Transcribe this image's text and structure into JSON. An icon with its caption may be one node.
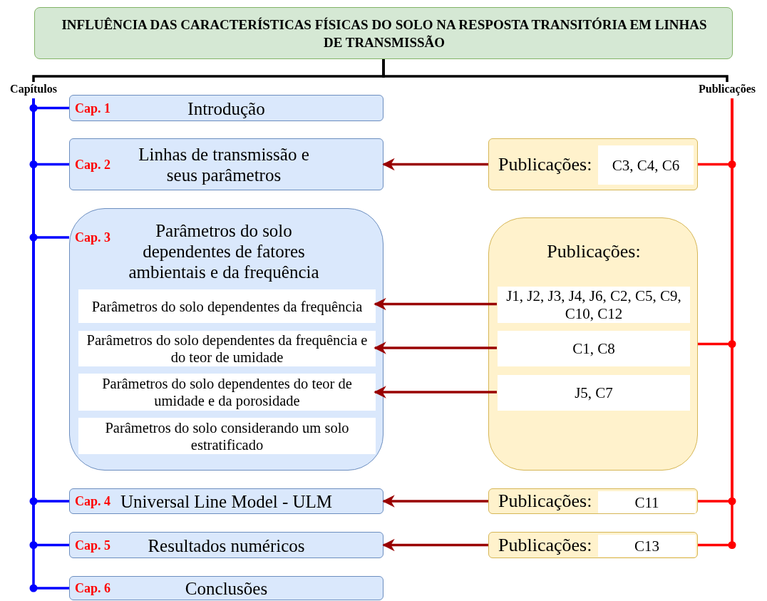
{
  "diagram": {
    "nodes": [
      {
        "text": [
          "INFLUÊNCIA DAS CARACTERÍSTICAS FÍSICAS DO SOLO NA RESPOSTA TRANSITÓRIA EM LINHAS DE TRANSMISSÃO"
        ]
      },
      {
        "text": [
          "Capítulos"
        ]
      },
      {
        "text": [
          "Publicações"
        ]
      },
      {
        "text": [
          "Cap. 1",
          "Introdução"
        ]
      },
      {
        "text": [
          "Cap. 2",
          "Linhas de transmissão e seus parâmetros"
        ]
      },
      {
        "text": [
          "Cap. 3",
          "Parâmetros do solo dependentes de fatores ambientais e da frequência"
        ]
      },
      {
        "text": [
          "Parâmetros do solo dependentes da frequência"
        ],
        "in": 5
      },
      {
        "text": [
          "Parâmetros do solo dependentes da frequência e do teor de umidade"
        ],
        "in": 5
      },
      {
        "text": [
          "Parâmetros do solo dependentes do teor de umidade e da porosidade"
        ],
        "in": 5
      },
      {
        "text": [
          "Parâmetros do solo considerando um solo estratificado"
        ],
        "in": 5
      },
      {
        "text": [
          "Cap. 4",
          "Universal Line Model - ULM"
        ]
      },
      {
        "text": [
          "Cap. 5",
          "Resultados numéricos"
        ]
      },
      {
        "text": [
          "Cap. 6",
          "Conclusões"
        ]
      },
      {
        "text": [
          "Publicações:"
        ]
      },
      {
        "text": [
          "C3, C4, C6"
        ],
        "in": 13
      },
      {
        "text": [
          "Publicações:"
        ]
      },
      {
        "text": [
          "J1, J2, J3, J4, J6, C2, C5, C9, C10, C12"
        ],
        "in": 15
      },
      {
        "text": [
          "C1, C8"
        ],
        "in": 15
      },
      {
        "text": [
          "J5, C7"
        ],
        "in": 15
      },
      {
        "text": [
          "Publicações:"
        ]
      },
      {
        "text": [
          "C11"
        ],
        "in": 19
      },
      {
        "text": [
          "Publicações:"
        ]
      },
      {
        "text": [
          "C13"
        ],
        "in": 21
      }
    ],
    "edges": [
      {
        "from": 0,
        "to": 1,
        "arrow": "none",
        "color": "#000000"
      },
      {
        "from": 0,
        "to": 2,
        "arrow": "none",
        "color": "#000000"
      },
      {
        "from": 1,
        "to": 3,
        "arrow": "none",
        "color": "#0000ff"
      },
      {
        "from": 1,
        "to": 4,
        "arrow": "none",
        "color": "#0000ff"
      },
      {
        "from": 1,
        "to": 5,
        "arrow": "none",
        "color": "#0000ff"
      },
      {
        "from": 1,
        "to": 10,
        "arrow": "none",
        "color": "#0000ff"
      },
      {
        "from": 1,
        "to": 11,
        "arrow": "none",
        "color": "#0000ff"
      },
      {
        "from": 1,
        "to": 12,
        "arrow": "none",
        "color": "#0000ff"
      },
      {
        "from": 2,
        "to": 13,
        "arrow": "none",
        "color": "#ff0000"
      },
      {
        "from": 2,
        "to": 15,
        "arrow": "none",
        "color": "#ff0000"
      },
      {
        "from": 2,
        "to": 19,
        "arrow": "none",
        "color": "#ff0000"
      },
      {
        "from": 2,
        "to": 21,
        "arrow": "none",
        "color": "#ff0000"
      },
      {
        "from": 13,
        "to": 4,
        "arrow": "to",
        "color": "#990000"
      },
      {
        "from": 16,
        "to": 6,
        "arrow": "to",
        "color": "#990000"
      },
      {
        "from": 17,
        "to": 7,
        "arrow": "to",
        "color": "#990000"
      },
      {
        "from": 18,
        "to": 8,
        "arrow": "to",
        "color": "#990000"
      },
      {
        "from": 19,
        "to": 10,
        "arrow": "to",
        "color": "#990000"
      },
      {
        "from": 21,
        "to": 11,
        "arrow": "to",
        "color": "#990000"
      }
    ]
  }
}
